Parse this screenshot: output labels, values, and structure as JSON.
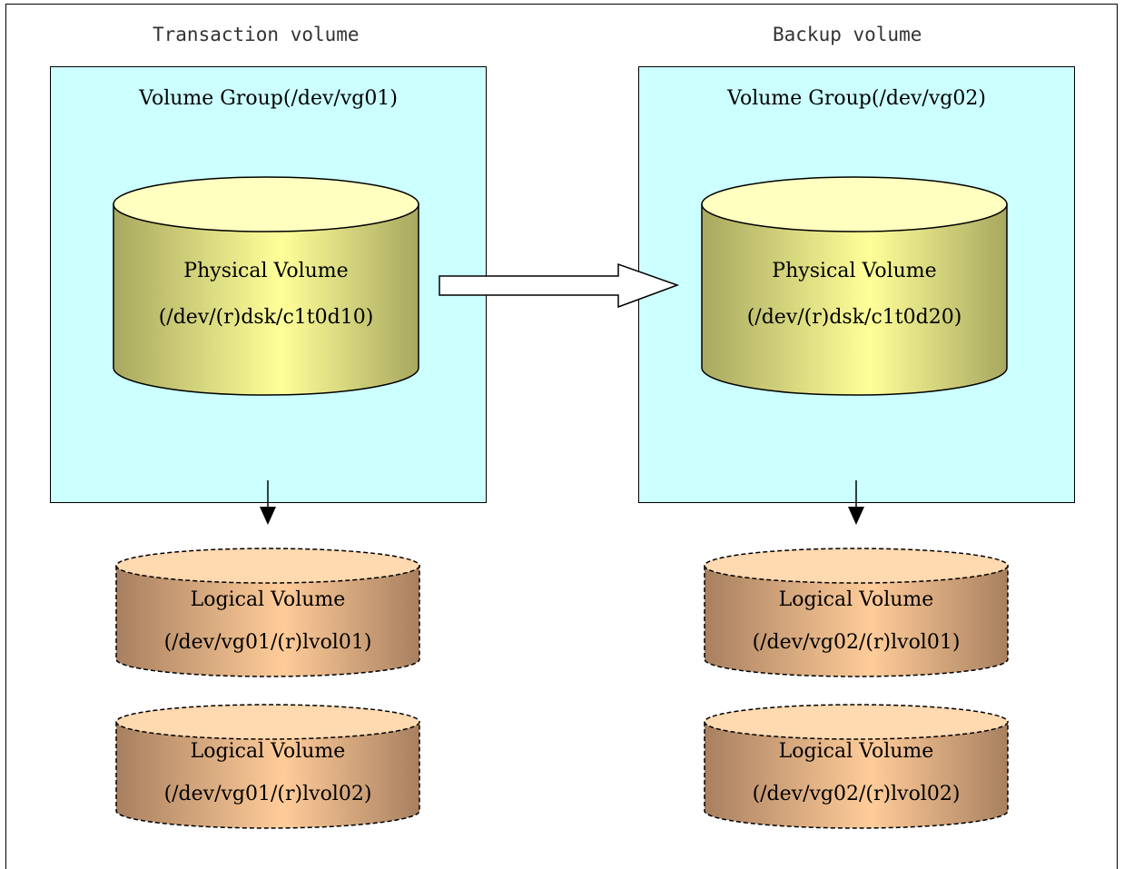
{
  "headers": {
    "transaction": "Transaction volume",
    "backup": "Backup volume"
  },
  "groups": [
    {
      "title": "Volume Group(/dev/vg01)",
      "physical": {
        "line1": "Physical Volume",
        "line2": "(/dev/(r)dsk/c1t0d10)"
      },
      "logical": [
        {
          "line1": "Logical Volume",
          "line2": "(/dev/vg01/(r)lvol01)"
        },
        {
          "line1": "Logical Volume",
          "line2": "(/dev/vg01/(r)lvol02)"
        }
      ]
    },
    {
      "title": "Volume Group(/dev/vg02)",
      "physical": {
        "line1": "Physical Volume",
        "line2": "(/dev/(r)dsk/c1t0d20)"
      },
      "logical": [
        {
          "line1": "Logical Volume",
          "line2": "(/dev/vg02/(r)lvol01)"
        },
        {
          "line1": "Logical Volume",
          "line2": "(/dev/vg02/(r)lvol02)"
        }
      ]
    }
  ],
  "colors": {
    "group_fill": "#ccffff",
    "physical_top": "#ffffc0",
    "physical_body_dark": "#a8a860",
    "physical_body_light": "#ffff99",
    "logical_top": "#ffd9b0",
    "logical_body_dark": "#a88060",
    "logical_body_light": "#ffcc99"
  }
}
